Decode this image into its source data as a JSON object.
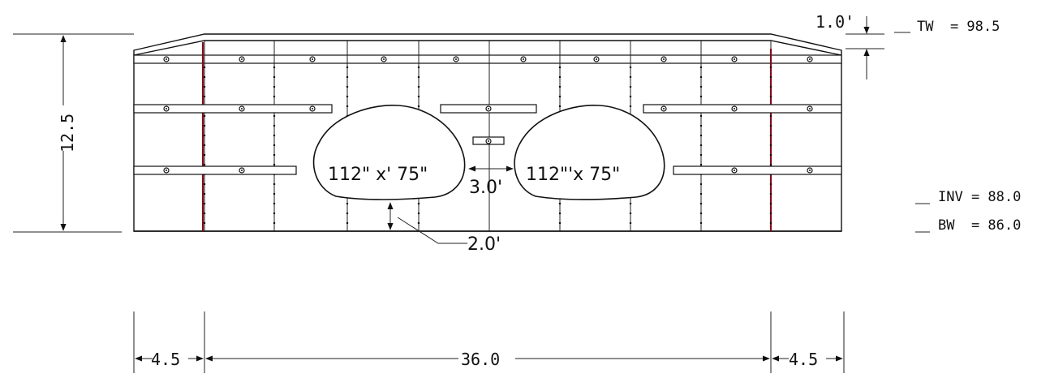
{
  "diagram": {
    "dimensions": {
      "height": "12.5",
      "top_width_drop": "1.0'",
      "left_overhang": "4.5",
      "span": "36.0",
      "right_overhang": "4.5",
      "gap_between_openings": "3.0'",
      "bottom_clearance": "2.0'"
    },
    "openings": [
      {
        "label": "112\" x' 75\""
      },
      {
        "label": "112\"'x  75\""
      }
    ],
    "elevations": [
      {
        "label": "TW  = 98.5"
      },
      {
        "label": "INV = 88.0"
      },
      {
        "label": "BW  = 86.0"
      }
    ]
  }
}
